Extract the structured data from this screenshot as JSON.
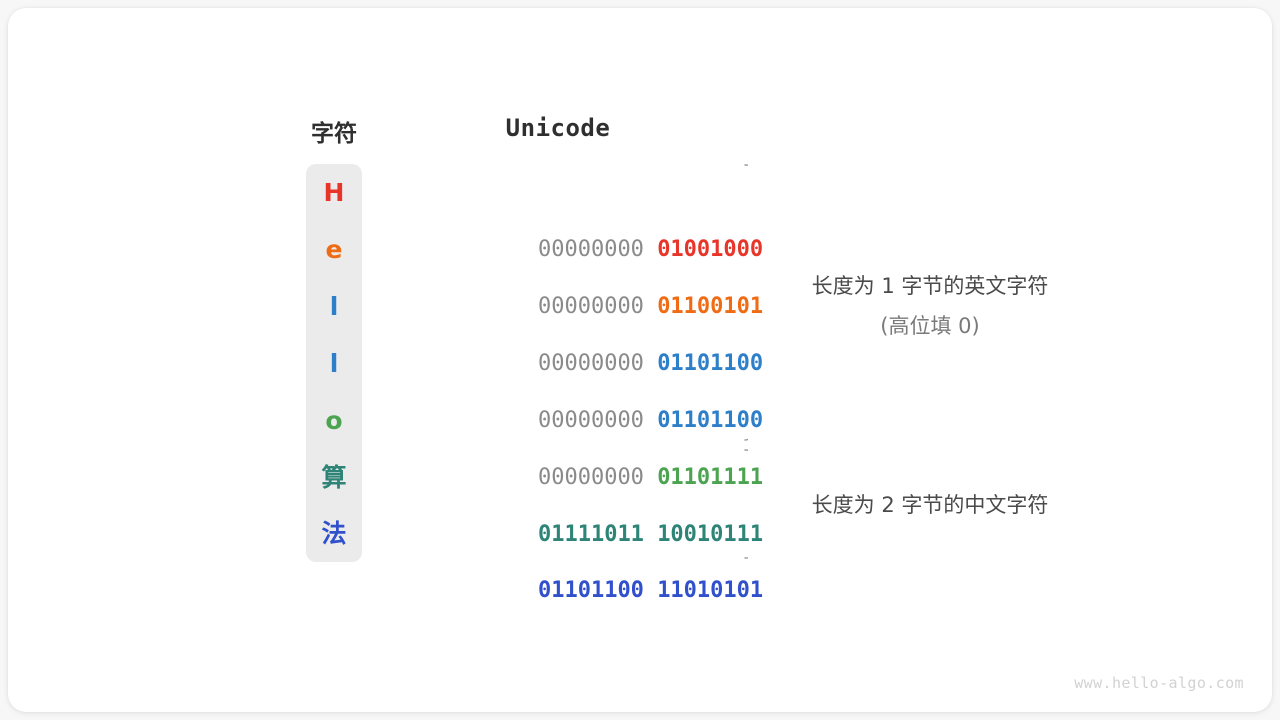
{
  "page": {
    "background_color": "#f7f7f7",
    "card_color": "#ffffff"
  },
  "headers": {
    "character": "字符",
    "unicode": "Unicode"
  },
  "colors": {
    "high_byte_gray": "#8a8a8a",
    "red": "#e8352a",
    "orange": "#ef6c14",
    "blue": "#2e7fc9",
    "green": "#4ca450",
    "teal": "#2e8476",
    "indigo": "#3050cc",
    "pill": "#ebebeb",
    "brace": "#9a9a9a",
    "note": "#4a4a4a",
    "watermark": "#d2d2d2"
  },
  "rows": [
    {
      "char": "H",
      "char_color": "#e8352a",
      "high_byte": "00000000",
      "low_byte": "01001000",
      "low_color": "#e8352a",
      "high_colored": false
    },
    {
      "char": "e",
      "char_color": "#ef6c14",
      "high_byte": "00000000",
      "low_byte": "01100101",
      "low_color": "#ef6c14",
      "high_colored": false
    },
    {
      "char": "l",
      "char_color": "#2e7fc9",
      "high_byte": "00000000",
      "low_byte": "01101100",
      "low_color": "#2e7fc9",
      "high_colored": false
    },
    {
      "char": "l",
      "char_color": "#2e7fc9",
      "high_byte": "00000000",
      "low_byte": "01101100",
      "low_color": "#2e7fc9",
      "high_colored": false
    },
    {
      "char": "o",
      "char_color": "#4ca450",
      "high_byte": "00000000",
      "low_byte": "01101111",
      "low_color": "#4ca450",
      "high_colored": false
    },
    {
      "char": "算",
      "char_color": "#2e8476",
      "high_byte": "01111011",
      "low_byte": "10010111",
      "low_color": "#2e8476",
      "high_colored": true
    },
    {
      "char": "法",
      "char_color": "#3050cc",
      "high_byte": "01101100",
      "low_byte": "11010101",
      "low_color": "#3050cc",
      "high_colored": true
    }
  ],
  "annotations": {
    "ascii_group": {
      "line1": "长度为 1 字节的英文字符",
      "line2": "(高位填 0)"
    },
    "cjk_group": {
      "line1": "长度为 2 字节的中文字符",
      "line2": ""
    }
  },
  "watermark": "www.hello-algo.com"
}
